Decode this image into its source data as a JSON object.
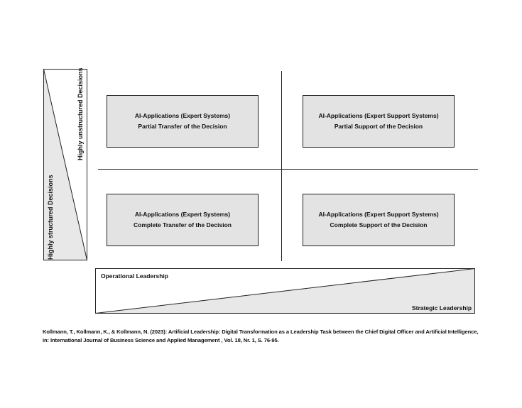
{
  "vertical_indicator": {
    "top_label": "Highly unstructured Decisions",
    "bottom_label": "Highly structured Decisions",
    "fill_color": "#e8e8e8"
  },
  "quadrants": {
    "top_left": {
      "line1": "AI-Applications (Expert Systems)",
      "line2": "Partial Transfer of the Decision"
    },
    "top_right": {
      "line1": "AI-Applications (Expert Support Systems)",
      "line2": "Partial Support of the Decision"
    },
    "bottom_left": {
      "line1": "AI-Applications (Expert Systems)",
      "line2": "Complete Transfer of the Decision"
    },
    "bottom_right": {
      "line1": "AI-Applications (Expert Support Systems)",
      "line2": "Complete Support of the Decision"
    },
    "box_fill_color": "#e3e3e3"
  },
  "horizontal_indicator": {
    "left_label": "Operational Leadership",
    "right_label": "Strategic Leadership",
    "fill_color": "#e8e8e8"
  },
  "citation": {
    "line1": "Kollmann, T., Kollmann, K., & Kollmann, N. (2023): Artificial Leadership: Digital Transformation as a Leadership Task between the Chief Digital Officer and Artificial Intelligence,",
    "line2": "in: International Journal of Business Science and Applied Management , Vol. 18, Nr. 1, S. 76-95."
  }
}
